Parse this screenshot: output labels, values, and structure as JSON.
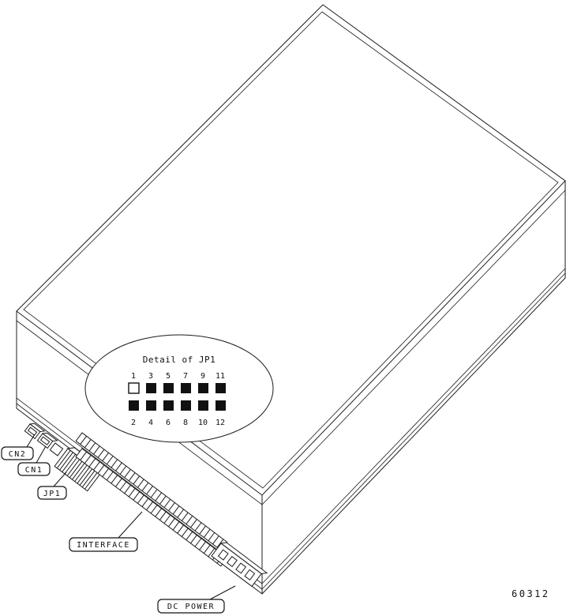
{
  "figure": {
    "number": "60312"
  },
  "detail": {
    "title": "Detail of JP1",
    "top_pin_numbers": [
      "1",
      "3",
      "5",
      "7",
      "9",
      "11"
    ],
    "bottom_pin_numbers": [
      "2",
      "4",
      "6",
      "8",
      "10",
      "12"
    ],
    "jumper": {
      "rows": 2,
      "cols": 6,
      "open_pins": [
        "1"
      ],
      "filled_pins": [
        "2",
        "3",
        "4",
        "5",
        "6",
        "7",
        "8",
        "9",
        "10",
        "11",
        "12"
      ]
    }
  },
  "labels": {
    "cn2": "CN2",
    "cn1": "CN1",
    "jp1": "JP1",
    "interface": "INTERFACE",
    "dc_power": "DC POWER"
  }
}
